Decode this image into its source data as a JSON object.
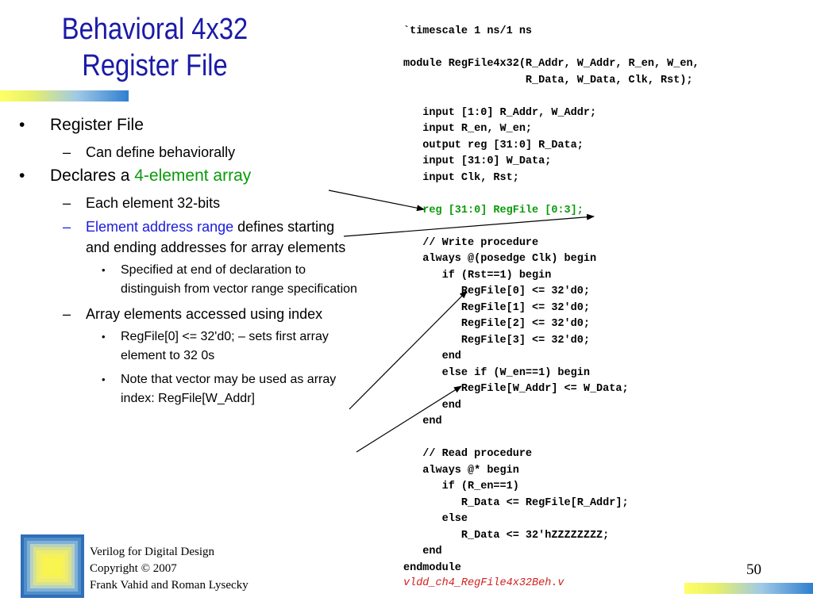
{
  "slide": {
    "title_line1": "Behavioral 4x32",
    "title_line2": "Register File"
  },
  "bullets": {
    "b1": {
      "marker": "•",
      "text": "Register File"
    },
    "b1_sub1": {
      "marker": "–",
      "text": "Can define behaviorally"
    },
    "b2": {
      "marker": "•",
      "text_prefix": "Declares a ",
      "highlight": "4-element array"
    },
    "b2_sub1": {
      "marker": "–",
      "text": "Each element 32-bits"
    },
    "b2_sub2": {
      "marker": "–",
      "highlight": "Element address range",
      "text_suffix": " defines starting and ending addresses for array elements"
    },
    "b2_sub2_sub1": {
      "marker": "•",
      "text": "Specified at end of declaration to distinguish from vector range specification"
    },
    "b2_sub3": {
      "marker": "–",
      "text": "Array elements accessed using index"
    },
    "b2_sub3_sub1": {
      "marker": "•",
      "text": "RegFile[0] <= 32'd0;  – sets first array element to 32 0s"
    },
    "b2_sub3_sub2": {
      "marker": "•",
      "text": "Note that vector may be used as array index: RegFile[W_Addr]"
    }
  },
  "code": {
    "before": "`timescale 1 ns/1 ns\n\nmodule RegFile4x32(R_Addr, W_Addr, R_en, W_en,\n                   R_Data, W_Data, Clk, Rst);\n\n   input [1:0] R_Addr, W_Addr;\n   input R_en, W_en;\n   output reg [31:0] R_Data;\n   input [31:0] W_Data;\n   input Clk, Rst;\n\n",
    "highlight": "   reg [31:0] RegFile [0:3];",
    "after": "\n\n   // Write procedure\n   always @(posedge Clk) begin\n      if (Rst==1) begin\n         RegFile[0] <= 32'd0;\n         RegFile[1] <= 32'd0;\n         RegFile[2] <= 32'd0;\n         RegFile[3] <= 32'd0;\n      end\n      else if (W_en==1) begin\n         RegFile[W_Addr] <= W_Data;\n      end\n   end\n\n   // Read procedure\n   always @* begin\n      if (R_en==1)\n         R_Data <= RegFile[R_Addr];\n      else\n         R_Data <= 32'hZZZZZZZZ;\n   end\nendmodule",
    "filename": "vldd_ch4_RegFile4x32Beh.v"
  },
  "footer": {
    "line1": "Verilog for Digital Design",
    "line2": "Copyright © 2007",
    "line3": "Frank Vahid and Roman Lysecky",
    "page_number": "50"
  },
  "colors": {
    "title": "#1a1aa8",
    "highlight_green": "#0a9a0a",
    "highlight_blue": "#1a1ae0",
    "filename": "#d02020"
  }
}
